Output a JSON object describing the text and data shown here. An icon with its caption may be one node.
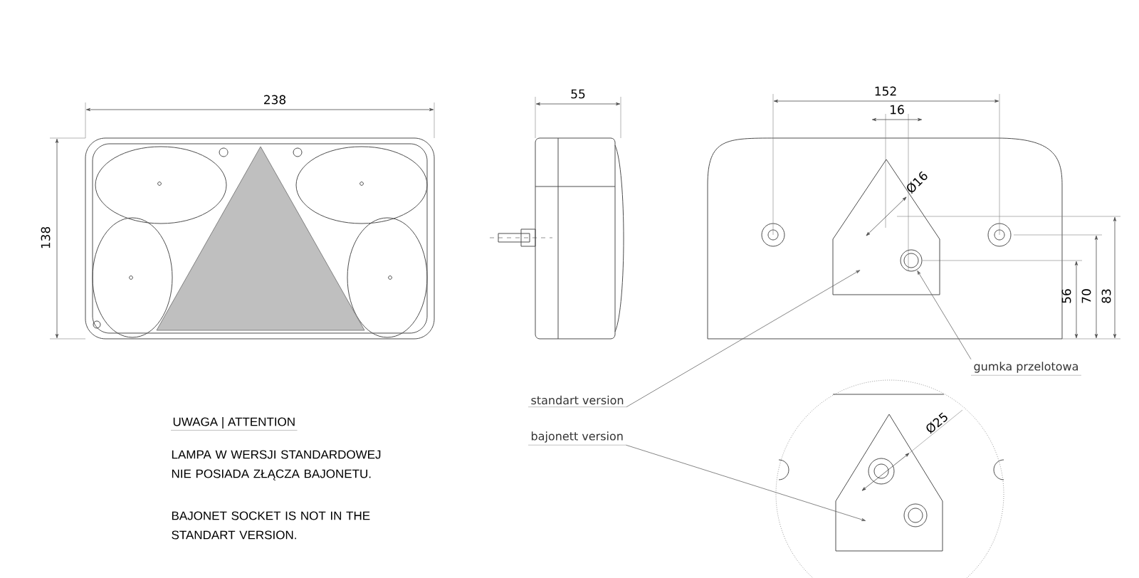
{
  "diagram": {
    "nodes": [
      {
        "text": [
          "standart version"
        ]
      },
      {
        "text": [],
        "shape": "picture"
      },
      {
        "text": [
          "bajonett version"
        ]
      },
      {
        "text": [],
        "shape": "picture"
      },
      {
        "text": [
          "gumka przelotowa"
        ]
      },
      {
        "text": [],
        "shape": "circle",
        "in": 1
      }
    ],
    "edges": [
      {
        "from": 0,
        "to": 1,
        "arrow": "to"
      },
      {
        "from": 2,
        "to": 3,
        "arrow": "to"
      },
      {
        "from": 4,
        "to": 5,
        "arrow": "to"
      }
    ],
    "labels": [
      "238",
      "138",
      "55",
      "152",
      "16",
      "Ø16",
      "56",
      "70",
      "83",
      "Ø25",
      "UWAGA | ATTENTION",
      "LAMPA W WERSJI STANDARDOWEJ NIE POSIADA ZŁĄCZA BAJONETU.",
      "BAJONET SOCKET IS NOT IN THE STANDART VERSION."
    ]
  }
}
